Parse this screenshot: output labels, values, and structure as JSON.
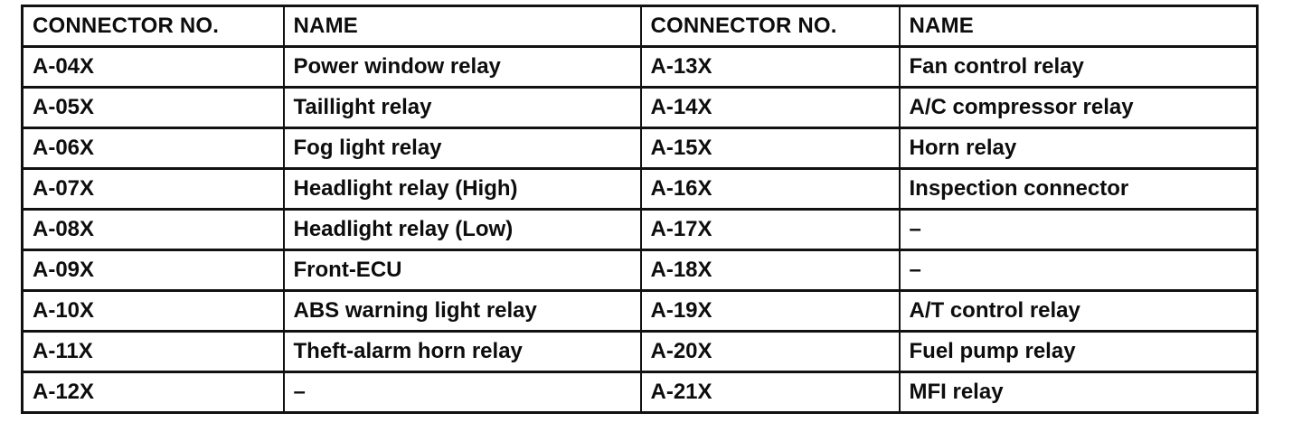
{
  "document": {
    "type": "scanned-service-manual-table",
    "colors": {
      "border": "#111111",
      "text": "#0d0d0d",
      "background": "#ffffff"
    }
  },
  "table": {
    "headers": [
      "CONNECTOR NO.",
      "NAME",
      "CONNECTOR NO.",
      "NAME"
    ],
    "rows": [
      [
        "A-04X",
        "Power window relay",
        "A-13X",
        "Fan control relay"
      ],
      [
        "A-05X",
        "Taillight relay",
        "A-14X",
        "A/C compressor relay"
      ],
      [
        "A-06X",
        "Fog light relay",
        "A-15X",
        "Horn relay"
      ],
      [
        "A-07X",
        "Headlight relay (High)",
        "A-16X",
        "Inspection connector"
      ],
      [
        "A-08X",
        "Headlight relay (Low)",
        "A-17X",
        "–"
      ],
      [
        "A-09X",
        "Front-ECU",
        "A-18X",
        "–"
      ],
      [
        "A-10X",
        "ABS warning light relay",
        "A-19X",
        "A/T control relay"
      ],
      [
        "A-11X",
        "Theft-alarm horn relay",
        "A-20X",
        "Fuel pump relay"
      ],
      [
        "A-12X",
        "–",
        "A-21X",
        "MFI relay"
      ]
    ]
  }
}
